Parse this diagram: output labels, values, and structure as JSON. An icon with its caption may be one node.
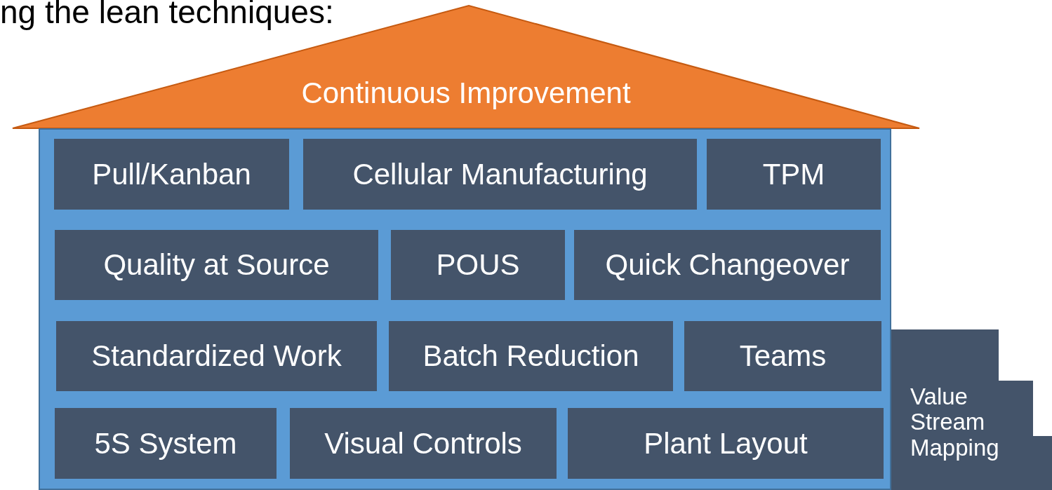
{
  "diagram": {
    "nodes": [
      {
        "text": [
          "Continuous Improvement"
        ]
      },
      {
        "text": [],
        "shape": "box"
      },
      {
        "text": [
          "Pull/Kanban"
        ],
        "in": 1
      },
      {
        "text": [
          "Cellular Manufacturing"
        ],
        "in": 1
      },
      {
        "text": [
          "TPM"
        ],
        "in": 1
      },
      {
        "text": [
          "Quality at Source"
        ],
        "in": 1
      },
      {
        "text": [
          "POUS"
        ],
        "in": 1
      },
      {
        "text": [
          "Quick Changeover"
        ],
        "in": 1
      },
      {
        "text": [
          "Standardized Work"
        ],
        "in": 1
      },
      {
        "text": [
          "Batch Reduction"
        ],
        "in": 1
      },
      {
        "text": [
          "Teams"
        ],
        "in": 1
      },
      {
        "text": [
          "5S System"
        ],
        "in": 1
      },
      {
        "text": [
          "Visual Controls"
        ],
        "in": 1
      },
      {
        "text": [
          "Plant Layout"
        ],
        "in": 1
      },
      {
        "text": [
          "Value Stream Mapping"
        ]
      }
    ],
    "labels": [
      "ng the lean techniques:"
    ]
  }
}
